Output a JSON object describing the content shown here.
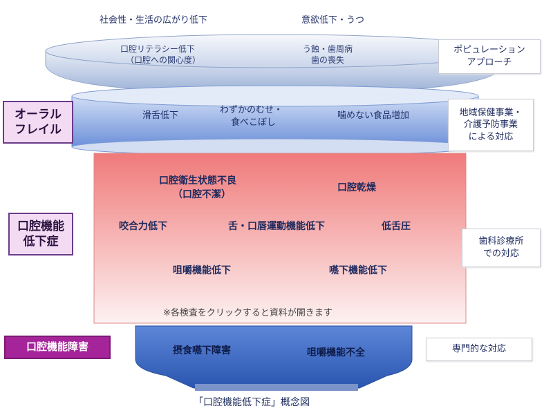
{
  "top_labels": [
    "社会性・生活の広がり低下",
    "意欲低下・うつ"
  ],
  "stage1": {
    "items": [
      "口腔リテラシー低下",
      "（口腔への関心度）",
      "う蝕・歯周病",
      "歯の喪失"
    ],
    "side_box": "ポピュレーション\nアプローチ"
  },
  "stage2": {
    "label": "オーラル\nフレイル",
    "items": [
      "滑舌低下",
      "わずかのむせ・",
      "食べこぼし",
      "噛めない食品増加"
    ],
    "side_box": "地域保健事業・\n介護予防事業\nによる対応"
  },
  "stage3": {
    "label": "口腔機能\n低下症",
    "items": [
      "口腔衛生状態不良",
      "（口腔不潔）",
      "口腔乾燥",
      "咬合力低下",
      "舌・口唇運動機能低下",
      "低舌圧",
      "咀嚼機能低下",
      "嚥下機能低下"
    ],
    "note": "※各検査をクリックすると資料が開きます",
    "side_box": "歯科診療所\nでの対応"
  },
  "stage4": {
    "label": "口腔機能障害",
    "items": [
      "摂食嚥下障害",
      "咀嚼機能不全"
    ],
    "side_box": "専門的な対応"
  },
  "caption": "「口腔機能低下症」概念図"
}
